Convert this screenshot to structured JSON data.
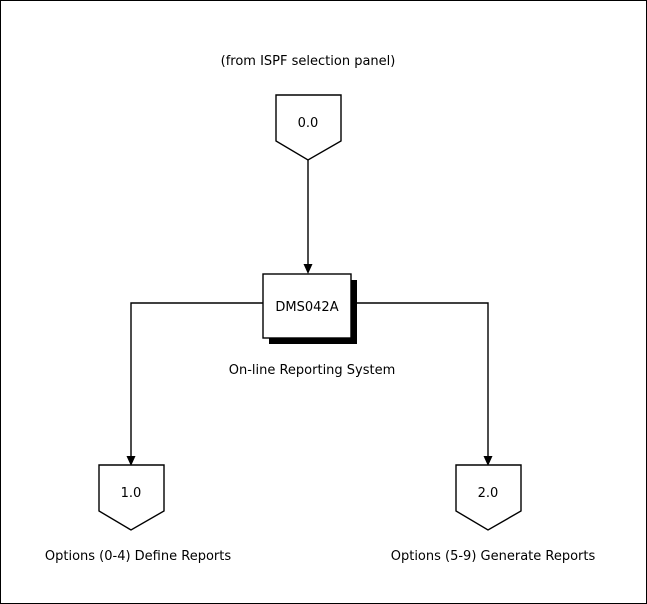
{
  "diagram": {
    "title_note": "(from ISPF selection panel)",
    "background_color": "#ffffff",
    "line_color": "#000000",
    "text_color": "#000000",
    "nodes": [
      {
        "id": "entry",
        "shape": "pentagon-down",
        "label": "0.0",
        "caption": "(from ISPF selection panel)"
      },
      {
        "id": "process",
        "shape": "box-shadow",
        "label": "DMS042A",
        "caption": "On-line Reporting System"
      },
      {
        "id": "branch-left",
        "shape": "pentagon-down",
        "label": "1.0",
        "caption": "Options (0-4) Define Reports"
      },
      {
        "id": "branch-right",
        "shape": "pentagon-down",
        "label": "2.0",
        "caption": "Options (5-9) Generate Reports"
      }
    ],
    "edges": [
      {
        "id": "entry-to-process",
        "from": "entry",
        "to": "process",
        "arrow": true
      },
      {
        "id": "process-to-left",
        "from": "process",
        "to": "branch-left",
        "arrow": true
      },
      {
        "id": "process-to-right",
        "from": "process",
        "to": "branch-right",
        "arrow": true
      }
    ]
  }
}
